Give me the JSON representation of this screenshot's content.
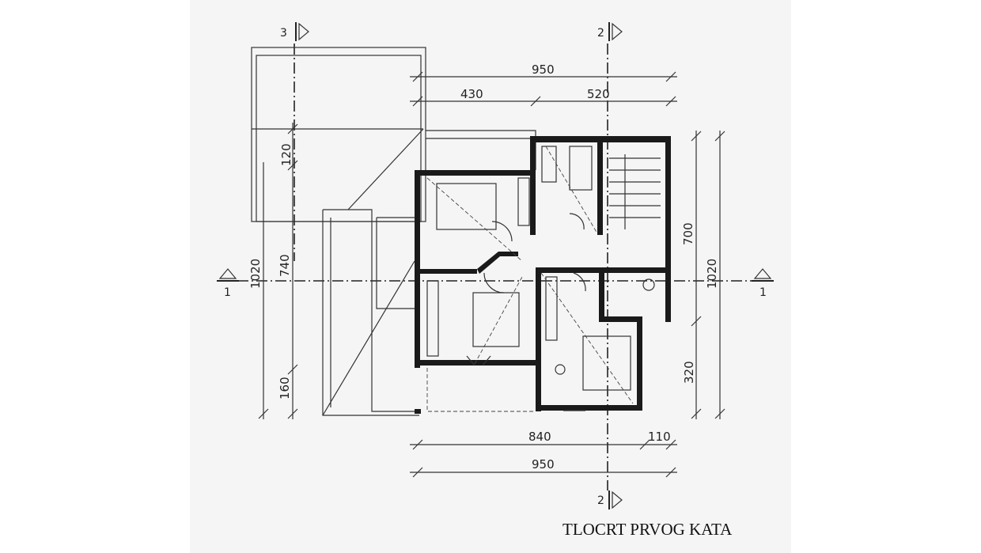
{
  "title": "TLOCRT PRVOG KATA",
  "section_markers": {
    "top_left": "3",
    "top_right": "2",
    "bottom": "2",
    "left": "1",
    "right": "1"
  },
  "dimensions": {
    "top_total": "950",
    "top_left_segment": "430",
    "top_right_segment": "520",
    "bottom_left_segment": "840",
    "bottom_right_segment": "110",
    "bottom_total": "950",
    "left_total": "1020",
    "left_middle": "740",
    "left_top": "120",
    "left_bottom": "160",
    "right_total": "1020",
    "right_top": "700",
    "right_bottom": "320"
  }
}
